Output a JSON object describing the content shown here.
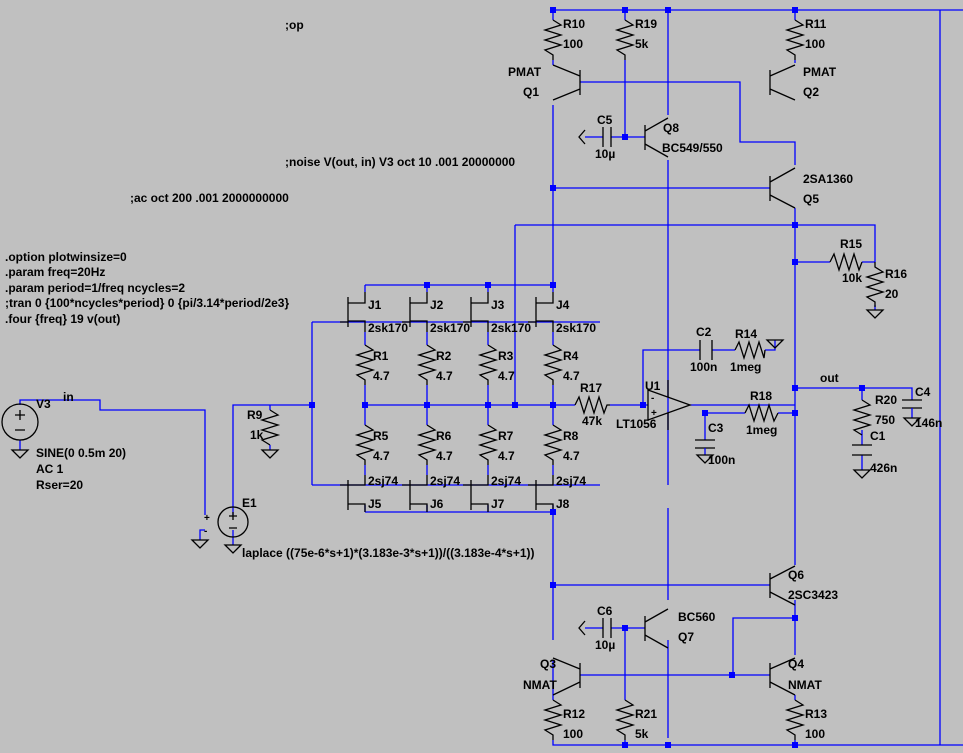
{
  "directives": {
    "op": ";op",
    "noise": ";noise V(out, in) V3 oct 10 .001 20000000",
    "ac": ";ac oct 200 .001 2000000000",
    "option": ".option plotwinsize=0",
    "param_freq": ".param freq=20Hz",
    "param_period": ".param period=1/freq ncycles=2",
    "tran": ";tran 0 {100*ncycles*period} 0 {pi/3.14*period/2e3}",
    "four": ".four {freq} 19 v(out)"
  },
  "nets": {
    "in": "in",
    "out": "out"
  },
  "sources": {
    "v3": {
      "name": "V3",
      "value": "SINE(0 0.5m 20)",
      "ac": "AC 1",
      "rser": "Rser=20"
    },
    "e1": {
      "name": "E1",
      "value": "laplace ((75e-6*s+1)*(3.183e-3*s+1))/((3.183e-4*s+1))"
    }
  },
  "resistors": {
    "r10": {
      "name": "R10",
      "value": "100"
    },
    "r19": {
      "name": "R19",
      "value": "5k"
    },
    "r11": {
      "name": "R11",
      "value": "100"
    },
    "r15": {
      "name": "R15",
      "value": "10k"
    },
    "r16": {
      "name": "R16",
      "value": "20"
    },
    "r9": {
      "name": "R9",
      "value": "1k"
    },
    "r1": {
      "name": "R1",
      "value": "4.7"
    },
    "r2": {
      "name": "R2",
      "value": "4.7"
    },
    "r3": {
      "name": "R3",
      "value": "4.7"
    },
    "r4": {
      "name": "R4",
      "value": "4.7"
    },
    "r5": {
      "name": "R5",
      "value": "4.7"
    },
    "r6": {
      "name": "R6",
      "value": "4.7"
    },
    "r7": {
      "name": "R7",
      "value": "4.7"
    },
    "r8": {
      "name": "R8",
      "value": "4.7"
    },
    "r17": {
      "name": "R17",
      "value": "47k"
    },
    "r14": {
      "name": "R14",
      "value": "1meg"
    },
    "r18": {
      "name": "R18",
      "value": "1meg"
    },
    "r20": {
      "name": "R20",
      "value": "750"
    },
    "r12": {
      "name": "R12",
      "value": "100"
    },
    "r21": {
      "name": "R21",
      "value": "5k"
    },
    "r13": {
      "name": "R13",
      "value": "100"
    }
  },
  "capacitors": {
    "c5": {
      "name": "C5",
      "value": "10µ"
    },
    "c2": {
      "name": "C2",
      "value": "100n"
    },
    "c3": {
      "name": "C3",
      "value": "100n"
    },
    "c4": {
      "name": "C4",
      "value": "146n"
    },
    "c1": {
      "name": "C1",
      "value": "426n"
    },
    "c6": {
      "name": "C6",
      "value": "10µ"
    }
  },
  "transistors": {
    "q1": {
      "name": "Q1",
      "model": "PMAT"
    },
    "q2": {
      "name": "Q2",
      "model": "PMAT"
    },
    "q8": {
      "name": "Q8",
      "model": "BC549/550"
    },
    "q5": {
      "name": "Q5",
      "model": "2SA1360"
    },
    "q6": {
      "name": "Q6",
      "model": "2SC3423"
    },
    "q7": {
      "name": "Q7",
      "model": "BC560"
    },
    "q3": {
      "name": "Q3",
      "model": "NMAT"
    },
    "q4": {
      "name": "Q4",
      "model": "NMAT"
    }
  },
  "jfets": {
    "j1": {
      "name": "J1",
      "model": "2sk170"
    },
    "j2": {
      "name": "J2",
      "model": "2sk170"
    },
    "j3": {
      "name": "J3",
      "model": "2sk170"
    },
    "j4": {
      "name": "J4",
      "model": "2sk170"
    },
    "j5": {
      "name": "J5",
      "model": "2sj74"
    },
    "j6": {
      "name": "J6",
      "model": "2sj74"
    },
    "j7": {
      "name": "J7",
      "model": "2sj74"
    },
    "j8": {
      "name": "J8",
      "model": "2sj74"
    }
  },
  "opamp": {
    "u1": {
      "name": "U1",
      "model": "LT1056"
    }
  }
}
